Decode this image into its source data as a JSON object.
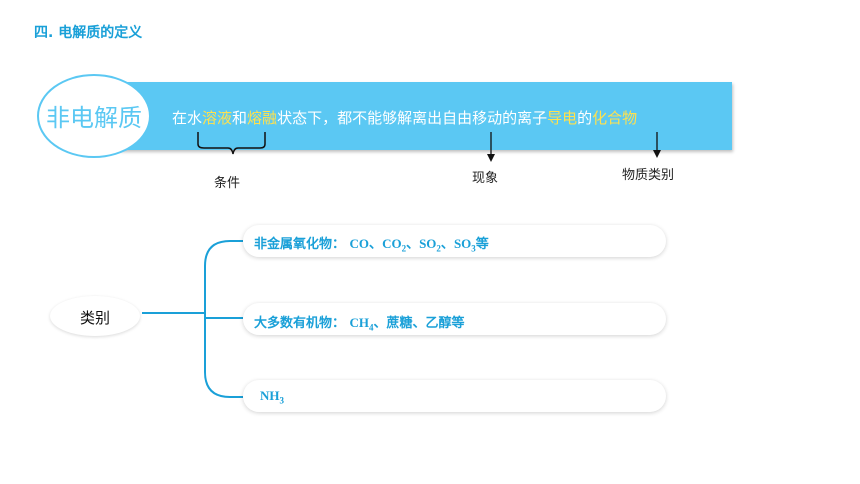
{
  "heading": "四. 电解质的定义",
  "term": "非电解质",
  "definition": {
    "p1": "在水",
    "p2": "溶液",
    "p3": "和",
    "p4": "熔融",
    "p5": "状态下，都不能够解离出自由移动的离子",
    "p6": "导电",
    "p7": "的",
    "p8": "化合物"
  },
  "annotations": {
    "condition": "条件",
    "phenomenon": "现象",
    "substance_class": "物质类别"
  },
  "category_label": "类别",
  "categories": {
    "oxides": {
      "label": "非金属氧化物：",
      "co": "CO",
      "sep1": "、",
      "co2": "CO",
      "co2_sub": "2",
      "sep2": "、",
      "so2": "SO",
      "so2_sub": "2",
      "sep3": "、",
      "so3": "SO",
      "so3_sub": "3",
      "etc": "等"
    },
    "organics": {
      "label": "大多数有机物：",
      "ch4": "CH",
      "ch4_sub": "4",
      "rest": "、蔗糖、乙醇等"
    },
    "ammonia": {
      "nh": "NH",
      "nh_sub": "3"
    }
  },
  "colors": {
    "accent": "#1aa0d8",
    "banner": "#5bc8f3",
    "highlight": "#ffe14d"
  }
}
